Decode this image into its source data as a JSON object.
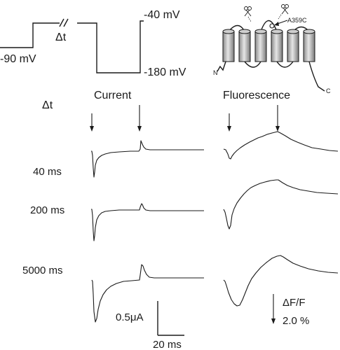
{
  "protocol": {
    "holding_label": "-90 mV",
    "step_label": "-40 mV",
    "hyper_label": "-180 mV",
    "interval_label": "Δt"
  },
  "topology": {
    "mutation_label": "A359C",
    "n_terminus": "N",
    "c_terminus": "C",
    "helix_count": 6
  },
  "headers": {
    "delta_t": "Δt",
    "current": "Current",
    "fluorescence": "Fluorescence"
  },
  "rows": [
    {
      "label": "40 ms",
      "delta_t_ms": 40
    },
    {
      "label": "200 ms",
      "delta_t_ms": 200
    },
    {
      "label": "5000 ms",
      "delta_t_ms": 5000
    }
  ],
  "scale_bars": {
    "current": "0.5μA",
    "time": "20 ms",
    "fluorescence_ratio": "ΔF/F",
    "fluorescence_value": "2.0 %"
  },
  "colors": {
    "ink": "#1a1a1a",
    "helix_fill": "#bdbdbd"
  }
}
